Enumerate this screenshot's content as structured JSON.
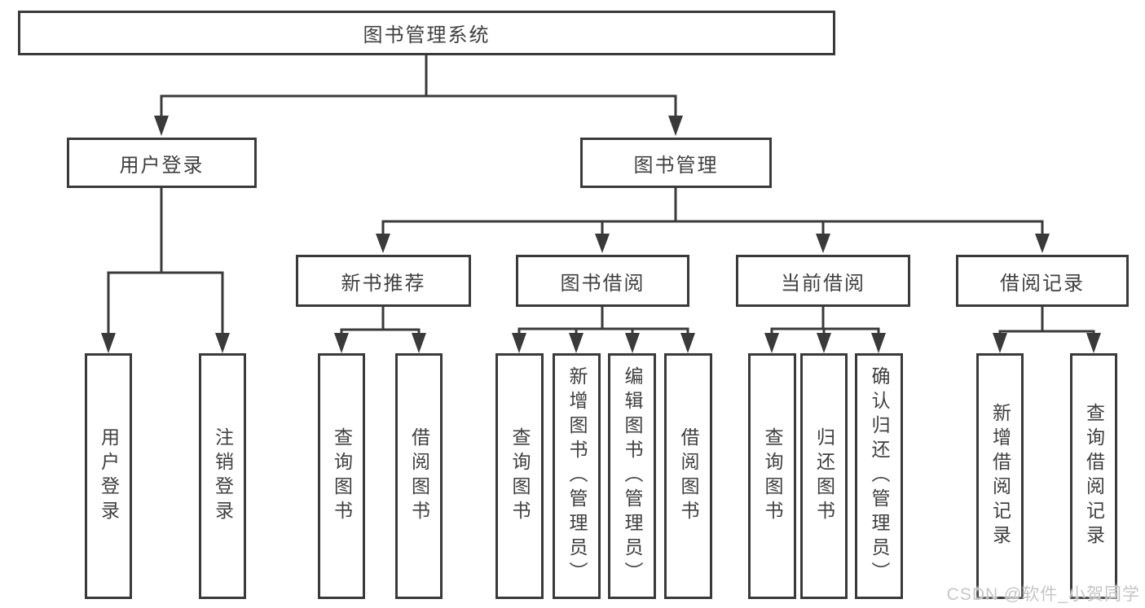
{
  "diagram": {
    "root": {
      "label": "图书管理系统"
    },
    "branches": [
      {
        "label": "用户登录",
        "children": [
          {
            "label": "用户登录"
          },
          {
            "label": "注销登录"
          }
        ]
      },
      {
        "label": "图书管理",
        "children": [
          {
            "label": "新书推荐",
            "children": [
              {
                "label": "查询图书"
              },
              {
                "label": "借阅图书"
              }
            ]
          },
          {
            "label": "图书借阅",
            "children": [
              {
                "label": "查询图书"
              },
              {
                "label": "新增图书（管理员）"
              },
              {
                "label": "编辑图书（管理员）"
              },
              {
                "label": "借阅图书"
              }
            ]
          },
          {
            "label": "当前借阅",
            "children": [
              {
                "label": "查询图书"
              },
              {
                "label": "归还图书"
              },
              {
                "label": "确认归还（管理员）"
              }
            ]
          },
          {
            "label": "借阅记录",
            "children": [
              {
                "label": "新增借阅记录"
              },
              {
                "label": "查询借阅记录"
              }
            ]
          }
        ]
      }
    ]
  },
  "watermark": {
    "text": "CSDN @软件_小贺同学"
  },
  "colors": {
    "line": "#3a3a3a",
    "box_border": "#3a3a3a",
    "box_fill": "#ffffff",
    "text": "#3f3f3f",
    "watermark": "#c6c6c6",
    "background": "#ffffff"
  }
}
